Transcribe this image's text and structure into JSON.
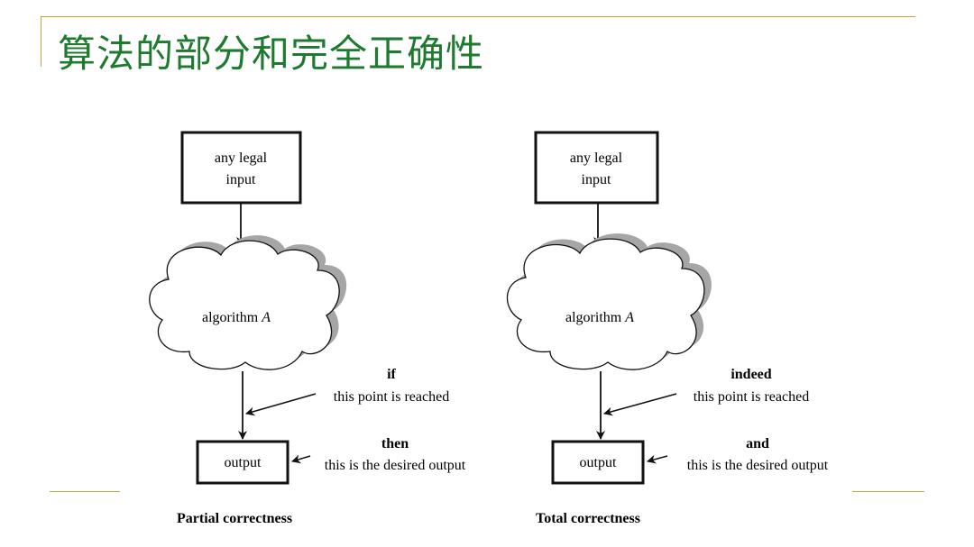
{
  "slide": {
    "title": "算法的部分和完全正确性",
    "accent_color": "#c8a23a",
    "title_color": "#1d7a2e"
  },
  "diagrams": [
    {
      "input_line1": "any legal",
      "input_line2": "input",
      "algorithm_label": "algorithm",
      "algorithm_var": "A",
      "condition_word": "if",
      "point_text": "this point is reached",
      "result_word": "then",
      "output_label": "output",
      "desired_text": "this is the desired output",
      "caption": "Partial correctness"
    },
    {
      "input_line1": "any legal",
      "input_line2": "input",
      "algorithm_label": "algorithm",
      "algorithm_var": "A",
      "condition_word": "indeed",
      "point_text": "this point is reached",
      "result_word": "and",
      "output_label": "output",
      "desired_text": "this is the desired output",
      "caption": "Total correctness"
    }
  ]
}
